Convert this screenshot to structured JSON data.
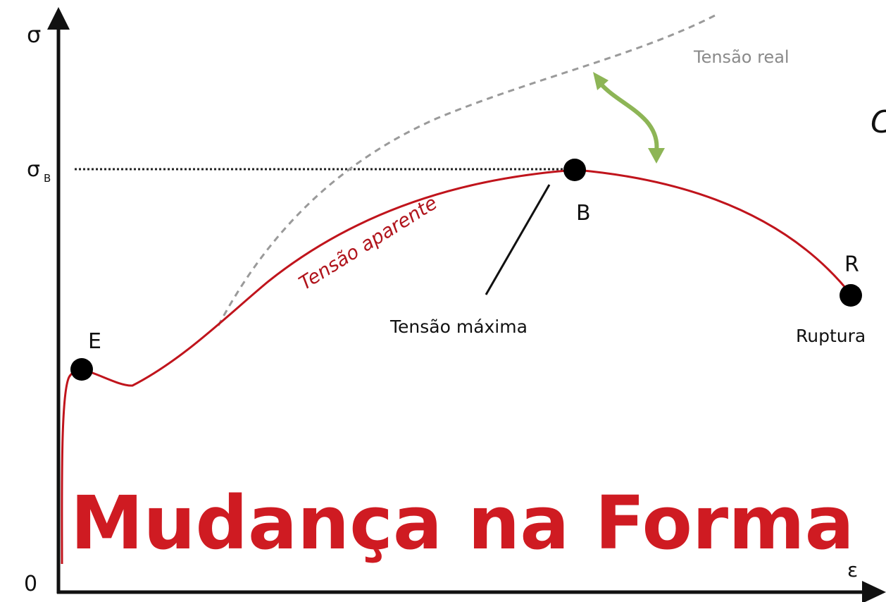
{
  "axes": {
    "y_symbol": "σ",
    "x_symbol": "ε",
    "origin": "0",
    "sigma_b": "σ",
    "sigma_b_sub": "B"
  },
  "points": {
    "e": "E",
    "b": "B",
    "r": "R"
  },
  "annotations": {
    "real_stress": "Tensão real",
    "apparent_stress": "Tensão aparente",
    "max_stress": "Tensão máxima",
    "rupture": "Ruptura",
    "cut_letter": "C"
  },
  "banner": {
    "title": "Mudança na Forma"
  },
  "colors": {
    "curve": "#c0141c",
    "real_curve": "#9a9a9a",
    "arrow": "#8db556",
    "banner": "#cf1b22",
    "axis": "#111111"
  }
}
